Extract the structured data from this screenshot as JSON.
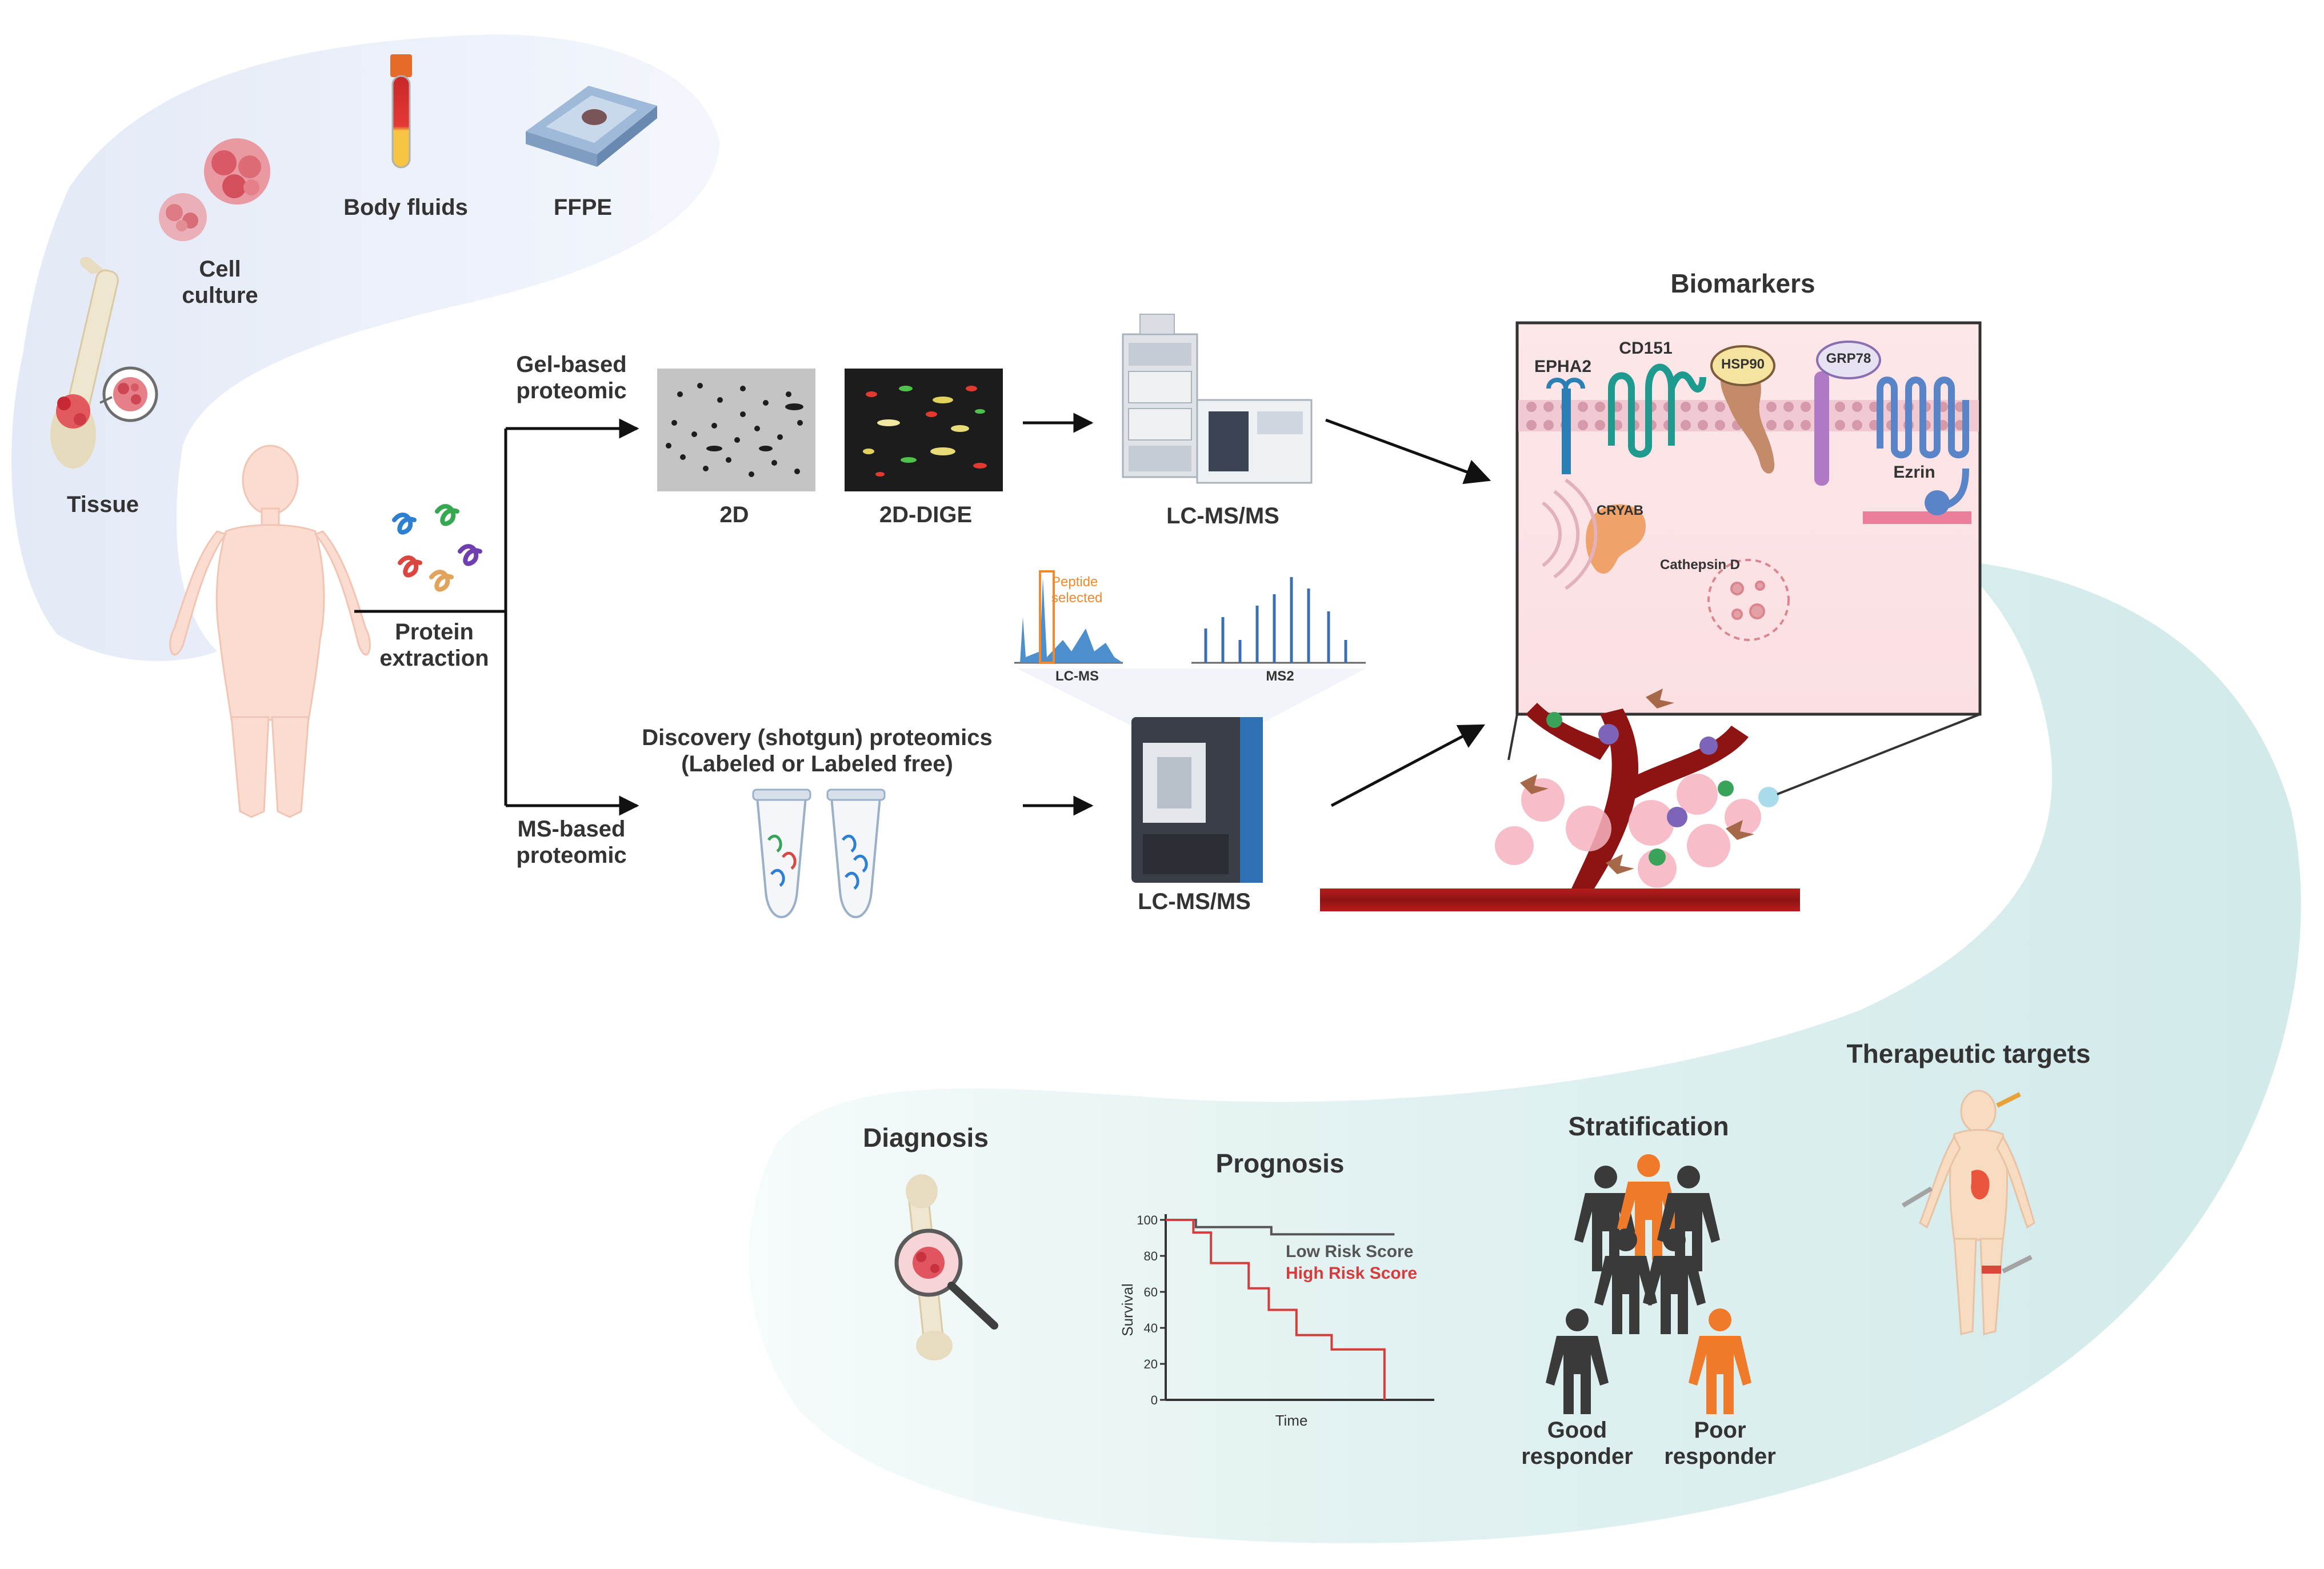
{
  "sources": {
    "cell_culture": [
      "Cell",
      "culture"
    ],
    "body_fluids": "Body fluids",
    "ffpe": "FFPE",
    "tissue": "Tissue"
  },
  "extraction": [
    "Protein",
    "extraction"
  ],
  "gel_branch": {
    "label": [
      "Gel-based",
      "proteomic"
    ],
    "gel_2d": "2D",
    "gel_dige": "2D-DIGE",
    "instrument": "LC-MS/MS"
  },
  "ms_branch": {
    "label": [
      "MS-based",
      "proteomic"
    ],
    "discovery": [
      "Discovery (shotgun) proteomics",
      "(Labeled or Labeled free)"
    ],
    "instrument": "LC-MS/MS",
    "spectrum_lcms": "LC-MS",
    "spectrum_ms2": "MS2",
    "peptide_note": [
      "Peptide",
      "selected"
    ]
  },
  "biomarkers": {
    "title": "Biomarkers",
    "proteins": [
      "EPHA2",
      "CD151",
      "HSP90",
      "GRP78",
      "Ezrin",
      "CRYAB",
      "Cathepsin D"
    ]
  },
  "outcomes": {
    "diagnosis": "Diagnosis",
    "prognosis": "Prognosis",
    "stratification": "Stratification",
    "therapeutic": "Therapeutic targets",
    "good_responder": [
      "Good",
      "responder"
    ],
    "poor_responder": [
      "Poor",
      "responder"
    ]
  },
  "colors": {
    "band_left": "#e4ebf7",
    "band_right": "#d6ecec",
    "arrow": "#111111",
    "low_risk": "#555555",
    "high_risk": "#d63c3c",
    "poor_person": "#ef7b2a",
    "good_person": "#3a3a3a",
    "membrane": "#e7b7c3"
  },
  "chart_data": {
    "type": "line",
    "title": "Prognosis",
    "xlabel": "Time",
    "ylabel": "Survival",
    "yticks": [
      0,
      20,
      40,
      60,
      80,
      100
    ],
    "ylim": [
      0,
      100
    ],
    "xlim": [
      0,
      10
    ],
    "legend_placement": "right",
    "series": [
      {
        "name": "Low Risk Score",
        "color": "#555555",
        "steps": [
          [
            0,
            100
          ],
          [
            1.2,
            100
          ],
          [
            1.2,
            96
          ],
          [
            4.2,
            96
          ],
          [
            4.2,
            92
          ],
          [
            9.1,
            92
          ]
        ]
      },
      {
        "name": "High Risk Score",
        "color": "#d63c3c",
        "steps": [
          [
            0,
            100
          ],
          [
            1.1,
            100
          ],
          [
            1.1,
            93
          ],
          [
            1.8,
            93
          ],
          [
            1.8,
            76
          ],
          [
            3.3,
            76
          ],
          [
            3.3,
            62
          ],
          [
            4.1,
            62
          ],
          [
            4.1,
            50
          ],
          [
            5.2,
            50
          ],
          [
            5.2,
            36
          ],
          [
            6.6,
            36
          ],
          [
            6.6,
            28
          ],
          [
            8.7,
            28
          ],
          [
            8.7,
            0
          ]
        ]
      }
    ]
  }
}
